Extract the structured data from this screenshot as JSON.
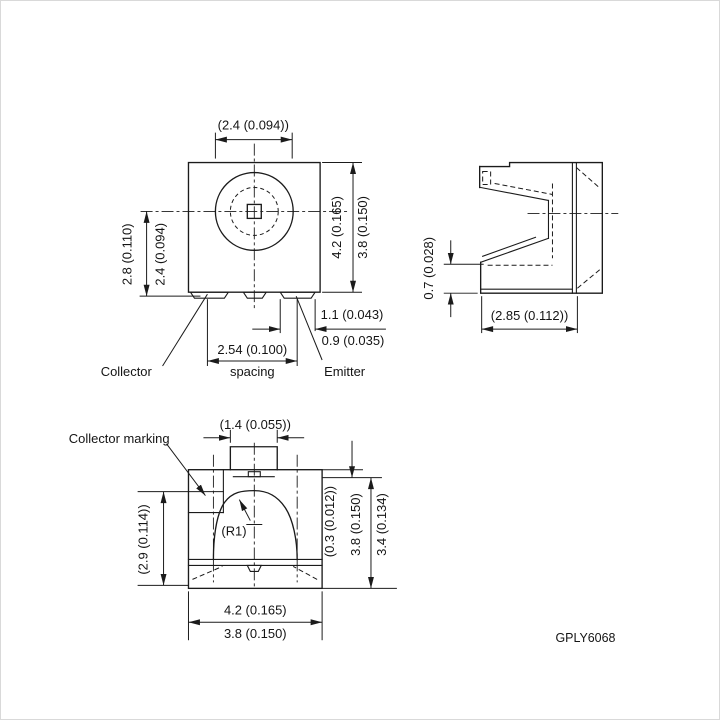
{
  "colors": {
    "line": "#1b1b1b",
    "background": "#ffffff"
  },
  "top_view": {
    "lens_diameter": "(2.4 (0.094))",
    "body_height_max": "4.2 (0.165)",
    "body_height_min": "3.8 (0.150)",
    "center_to_lead_max": "2.8 (0.110)",
    "center_to_lead_min": "2.4 (0.094)",
    "lead_width_max": "1.1 (0.043)",
    "lead_width_min": "0.9 (0.035)",
    "lead_pitch": "2.54 (0.100)",
    "lead_pitch_label": "spacing",
    "collector_label": "Collector",
    "emitter_label": "Emitter"
  },
  "side_view": {
    "lead_thickness": "0.7 (0.028)",
    "body_depth": "(2.85 (0.112))"
  },
  "front_view": {
    "collector_marking_label": "Collector marking",
    "tab_width": "(1.4 (0.055))",
    "dome_height": "(2.9 (0.114))",
    "lens_radius": "(R1)",
    "recess_depth": "(0.3 (0.012))",
    "body_height_max": "3.8 (0.150)",
    "body_height_min": "3.4 (0.134)",
    "body_width_max": "4.2 (0.165)",
    "body_width_min": "3.8 (0.150)"
  },
  "footer": {
    "drawing_code": "GPLY6068"
  }
}
